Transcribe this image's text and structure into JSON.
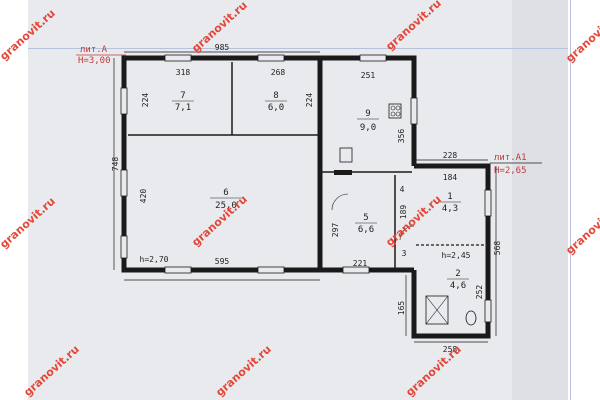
{
  "watermark": "granovit.ru",
  "headers": [
    {
      "title": "лит.А",
      "height": "H=3,00"
    },
    {
      "title": "лит.А1",
      "height": "H=2,65"
    }
  ],
  "dims": {
    "d985": "985",
    "d318": "318",
    "d268": "268",
    "d251": "251",
    "d224": "224",
    "d748": "748",
    "d420": "420",
    "d356": "356",
    "d297": "297",
    "d189": "189",
    "d4": "4",
    "d3": "3",
    "d595": "595",
    "h270": "h=2,70",
    "d221": "221",
    "d228": "228",
    "d184": "184",
    "d568": "568",
    "d252": "252",
    "d165": "165",
    "d258": "258",
    "h245": "h=2,45"
  },
  "rooms": [
    {
      "num": "7",
      "area": "7,1"
    },
    {
      "num": "8",
      "area": "6,0"
    },
    {
      "num": "9",
      "area": "9,0"
    },
    {
      "num": "6",
      "area": "25,0"
    },
    {
      "num": "5",
      "area": "6,6"
    },
    {
      "num": "1",
      "area": "4,3"
    },
    {
      "num": "2",
      "area": "4,6"
    }
  ],
  "colors": {
    "paper": "#e9eaee",
    "wall": "#1a1a1a",
    "watermark": "#e23a2a",
    "header_text": "#c23a3a"
  }
}
